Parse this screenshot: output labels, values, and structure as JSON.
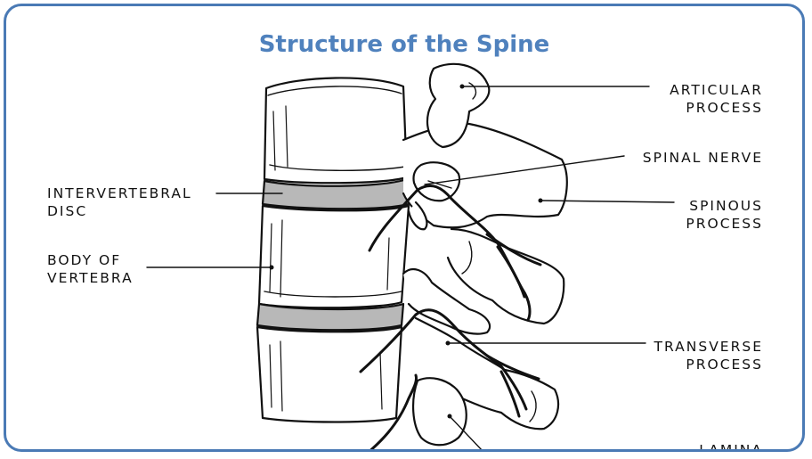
{
  "title": "Structure of the Spine",
  "colors": {
    "frame": "#4a7ab5",
    "title": "#4f81bd",
    "disc": "#b8b8b8"
  },
  "labels": {
    "articular_process": [
      "ARTICULAR",
      "PROCESS"
    ],
    "spinal_nerve": [
      "SPINAL NERVE"
    ],
    "intervertebral_disc": [
      "INTERVERTEBRAL",
      "DISC"
    ],
    "spinous_process": [
      "SPINOUS",
      "PROCESS"
    ],
    "body_of_vertebra": [
      "BODY OF",
      "VERTEBRA"
    ],
    "transverse_process": [
      "TRANSVERSE",
      "PROCESS"
    ],
    "lamina": [
      "LAMINA"
    ]
  }
}
